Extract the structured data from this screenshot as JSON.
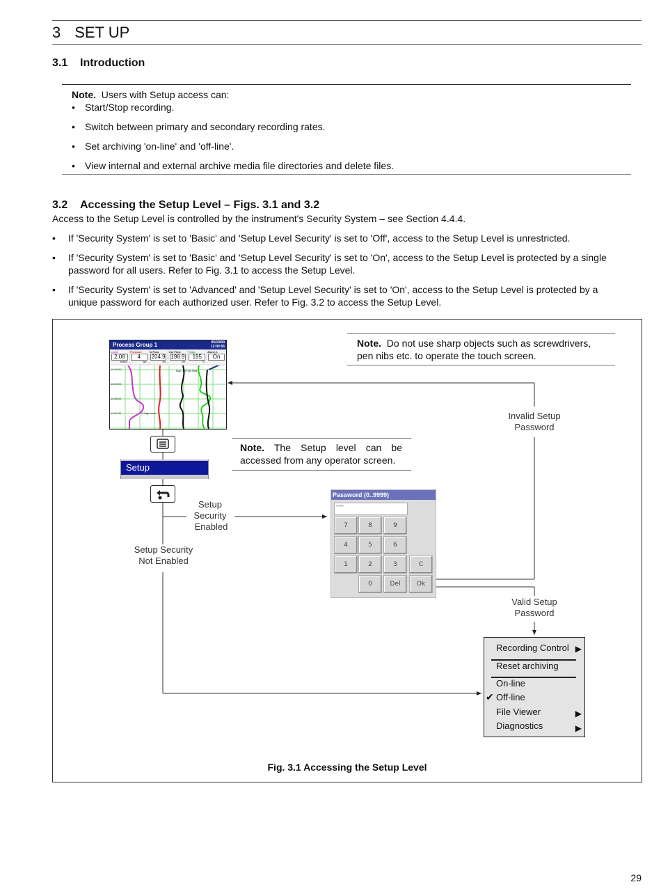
{
  "chapter": {
    "number": "3",
    "title": "SET UP"
  },
  "section_intro": {
    "number": "3.1",
    "title": "Introduction"
  },
  "intro_note": {
    "label": "Note.",
    "text": "Users with Setup access can:",
    "bullets": [
      "Start/Stop recording.",
      "Switch between primary and secondary recording rates.",
      "Set archiving 'on-line' and 'off-line'.",
      "View internal and external archive media file directories and delete files."
    ]
  },
  "section_access": {
    "number": "3.2",
    "title": "Accessing the Setup Level – Figs. 3.1 and 3.2",
    "lead": "Access to the Setup Level is controlled by the instrument's Security System –  see Section 4.4.4.",
    "bullets": [
      [
        "If 'Security System' is set to 'Basic' and 'Setup Level Security' is set to 'Off', access to the Setup Level is unrestricted."
      ],
      [
        "If 'Security System' is set to 'Basic' and 'Setup Level Security' is set to 'On', access to the Setup Level is protected by a single",
        "password for all users. Refer to Fig. 3.1 to access the Setup Level."
      ],
      [
        "If 'Security System' is set to 'Advanced' and 'Setup Level Security' is set to 'On', access to the Setup Level is protected by a",
        "unique password for each authorized user. Refer to Fig. 3.2 to access the Setup Level."
      ]
    ]
  },
  "figure": {
    "caption": "Fig. 3.1 Accessing the Setup Level",
    "note_touch": {
      "label": "Note.",
      "lines": [
        "Do not use sharp objects such as screwdrivers,",
        "pen nibs etc. to operate the touch screen."
      ]
    },
    "note_setup": {
      "label": "Note.",
      "lines": [
        "The  Setup  level  can  be",
        "accessed from any operator screen."
      ]
    },
    "screen": {
      "title": "Process Group 1",
      "date": "05/10/04",
      "time": "12:00:56",
      "panels": [
        {
          "name": "Level",
          "value": "2.08",
          "unit": "metres",
          "color": "#cc33cc"
        },
        {
          "name": "Pressure",
          "value": "4",
          "unit": "bar",
          "color": "#dd2222"
        },
        {
          "name": "In Flow",
          "value": "204.9",
          "unit": "l/hr",
          "color": "#222222"
        },
        {
          "name": "Out Flow",
          "value": "198.9",
          "unit": "l/hr",
          "color": "#222222"
        },
        {
          "name": "Temp",
          "value": "195",
          "unit": "°C",
          "color": "#22aa22"
        },
        {
          "name": "Alarm 1",
          "value": "On",
          "unit": "",
          "color": "#222222"
        }
      ],
      "time_labels": [
        "12:00:00",
        "11:59:00",
        "11:58:00",
        "11:57:00"
      ],
      "annotations": [
        "High Out Flow Rate",
        "Hi High Level"
      ]
    },
    "setup_bar_label": "Setup",
    "labels": {
      "setup_security_enabled": [
        "Setup",
        "Security",
        "Enabled"
      ],
      "setup_security_not_enabled": [
        "Setup Security",
        "Not Enabled"
      ],
      "invalid_password": [
        "Invalid Setup",
        "Password"
      ],
      "valid_password": [
        "Valid Setup",
        "Password"
      ]
    },
    "keypad": {
      "title": "Password (0..9999)",
      "entry": "****",
      "keys": [
        "7",
        "8",
        "9",
        "4",
        "5",
        "6",
        "1",
        "2",
        "3",
        "C",
        "0",
        "Del",
        "Ok"
      ]
    },
    "menu": {
      "items": [
        "Recording Control",
        "Reset archiving",
        "On-line",
        "Off-line",
        "File Viewer",
        "Diagnostics"
      ],
      "checked": "Off-line"
    }
  },
  "page_number": "29"
}
